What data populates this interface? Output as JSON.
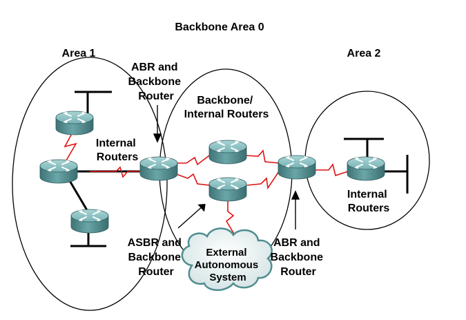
{
  "title": "Backbone Area 0",
  "areas": {
    "area1": "Area 1",
    "area2": "Area 2"
  },
  "labels": {
    "abr_backbone_top": [
      "ABR and",
      "Backbone",
      "Router"
    ],
    "backbone_internal": [
      "Backbone/",
      "Internal Routers"
    ],
    "internal_routers_left": [
      "Internal",
      "Routers"
    ],
    "internal_routers_right": [
      "Internal",
      "Routers"
    ],
    "asbr_backbone": [
      "ASBR and",
      "Backbone",
      "Router"
    ],
    "abr_backbone_bottom": [
      "ABR and",
      "Backbone",
      "Router"
    ],
    "external_as": [
      "External",
      "Autonomous",
      "System"
    ]
  },
  "icons": {
    "router": "router-icon",
    "cloud": "cloud-icon",
    "serial_link": "serial-link-zigzag",
    "ethernet": "ethernet-segment"
  },
  "colors": {
    "router_body": "#5f9a9c",
    "router_top": "#8ec3c4",
    "serial_link": "#e01010",
    "line": "#000000",
    "cloud_fill": "#e8f0f1",
    "cloud_stroke": "#4f8d8f"
  }
}
